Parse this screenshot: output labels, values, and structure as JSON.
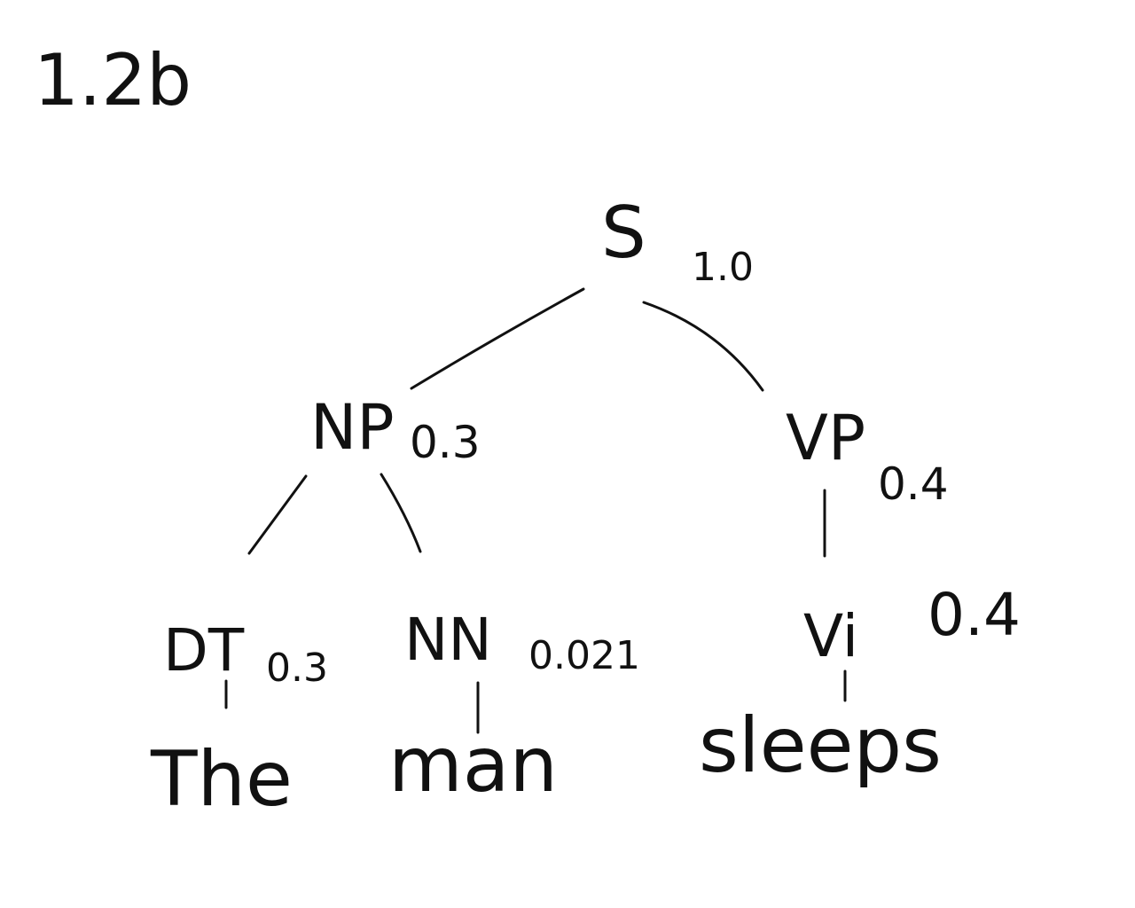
{
  "problem_label": "1.2b",
  "colors": {
    "ink": "#111111",
    "paper": "#ffffff"
  },
  "tree": {
    "s": {
      "label": "S",
      "prob": "1.0"
    },
    "np": {
      "label": "NP",
      "prob": "0.3"
    },
    "vp": {
      "label": "VP",
      "prob": "0.4"
    },
    "dt": {
      "label": "DT",
      "prob": "0.3",
      "word": "The"
    },
    "nn": {
      "label": "NN",
      "prob": "0.021",
      "word": "man"
    },
    "vi": {
      "label": "Vi",
      "prob": "0.4",
      "word": "sleeps"
    }
  }
}
